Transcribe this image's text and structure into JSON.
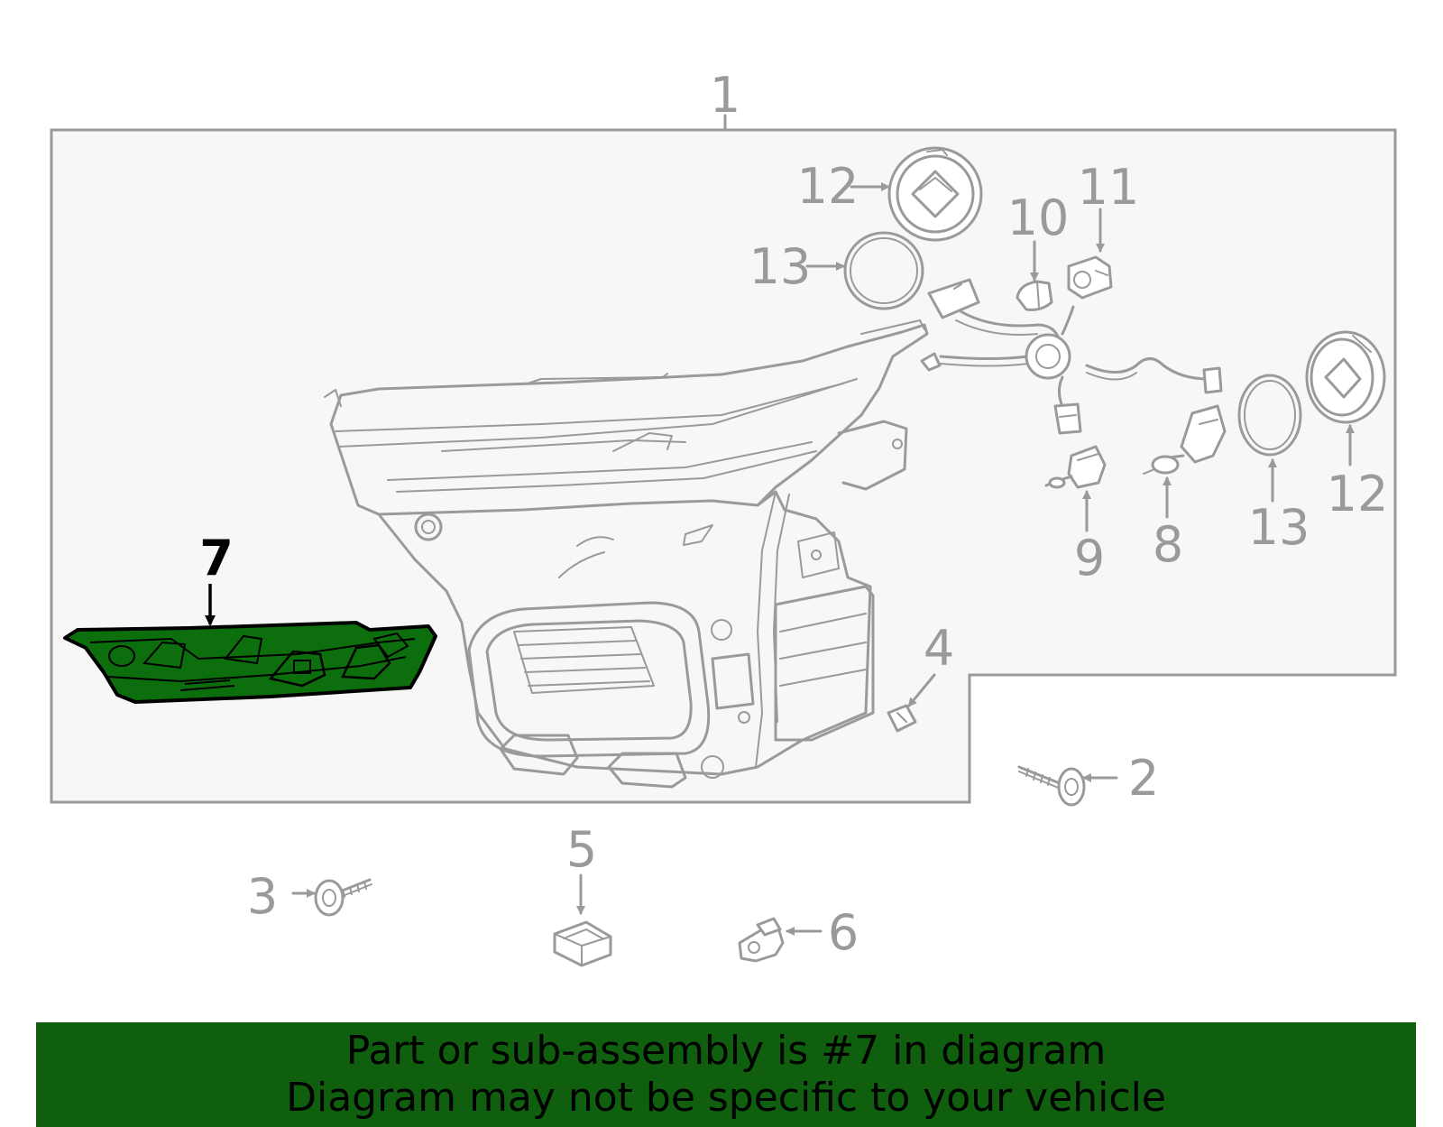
{
  "callouts": {
    "c1": "1",
    "c2": "2",
    "c3": "3",
    "c4": "4",
    "c5": "5",
    "c6": "6",
    "c7": "7",
    "c8": "8",
    "c9": "9",
    "c10": "10",
    "c11": "11",
    "c12a": "12",
    "c12b": "12",
    "c13a": "13",
    "c13b": "13"
  },
  "highlighted_part": "7",
  "colors": {
    "highlight_fill": "#0c6e0c",
    "banner_bg": "#0f5f0f",
    "line_gray": "#9a9a9a",
    "box_bg": "#f7f7f7"
  },
  "banner": {
    "line1": "Part or sub-assembly is #7 in diagram",
    "line2": "Diagram may not be specific to your vehicle"
  }
}
